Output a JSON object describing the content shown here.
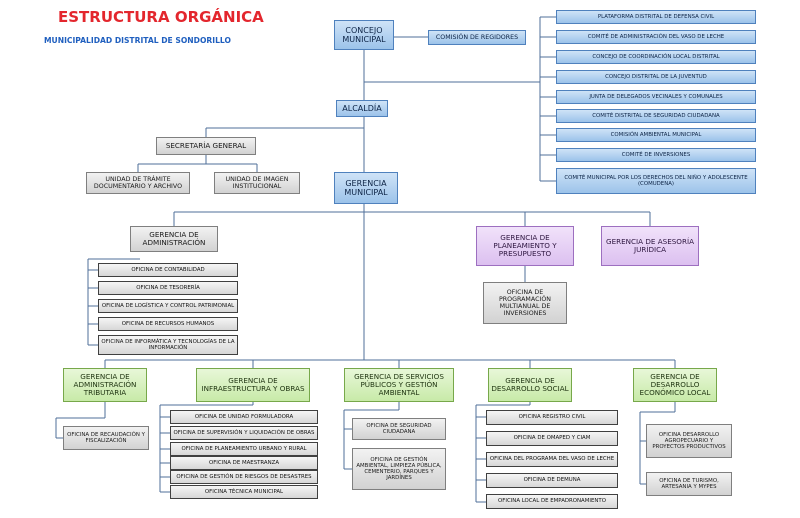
{
  "header": {
    "title": "ESTRUCTURA ORGÁNICA",
    "subtitle": "MUNICIPALIDAD DISTRITAL DE SONDORILLO"
  },
  "top": {
    "concejo": "CONCEJO MUNICIPAL",
    "comision_regidores": "COMISIÓN DE REGIDORES",
    "alcaldia": "ALCALDÍA",
    "gerencia_municipal": "GERENCIA MUNICIPAL"
  },
  "committees": [
    "PLATAFORMA DISTRITAL DE DEFENSA CIVIL",
    "COMITÉ DE ADMINISTRACIÓN DEL VASO DE LECHE",
    "CONCEJO DE COORDINACIÓN LOCAL DISTRITAL",
    "CONCEJO DISTRITAL DE LA JUVENTUD",
    "JUNTA DE DELEGADOS VECINALES Y COMUNALES",
    "COMITÉ DISTRITAL DE SEGURIDAD CIUDADANA",
    "COMISIÓN AMBIENTAL MUNICIPAL",
    "COMITÉ DE INVERSIONES",
    "COMITÉ MUNICIPAL POR LOS DERECHOS DEL NIÑO Y ADOLESCENTE (COMUDENA)"
  ],
  "secretaria": {
    "title": "SECRETARÍA GENERAL",
    "units": [
      "UNIDAD DE TRÁMITE DOCUMENTARIO Y ARCHIVO",
      "UNIDAD DE IMAGEN INSTITUCIONAL"
    ]
  },
  "administracion": {
    "title": "GERENCIA DE ADMINISTRACIÓN",
    "offices": [
      "OFICINA DE CONTABILIDAD",
      "OFICINA DE TESORERÍA",
      "OFICINA DE LOGÍSTICA Y CONTROL PATRIMONIAL",
      "OFICINA DE RECURSOS HUMANOS",
      "OFICINA DE INFORMÁTICA Y TECNOLOGÍAS DE LA INFORMACIÓN"
    ]
  },
  "planeamiento": {
    "title": "GERENCIA DE PLANEAMIENTO Y PRESUPUESTO",
    "office": "OFICINA DE PROGRAMACIÓN MULTIANUAL DE INVERSIONES"
  },
  "asesoria": {
    "title": "GERENCIA DE ASESORÍA JURÍDICA"
  },
  "lineas": [
    {
      "title": "GERENCIA DE ADMINISTRACIÓN TRIBUTARIA",
      "offices": [
        "OFICINA DE RECAUDACIÓN Y FISCALIZACIÓN"
      ]
    },
    {
      "title": "GERENCIA DE INFRAESTRUCTURA Y OBRAS",
      "offices": [
        "OFICINA DE UNIDAD FORMULADORA",
        "OFICINA DE SUPERVISIÓN Y LIQUIDACIÓN DE OBRAS",
        "OFICINA DE PLANEAMIENTO URBANO Y RURAL",
        "OFICINA DE MAESTRANZA",
        "OFICINA DE GESTIÓN DE RIESGOS DE DESASTRES",
        "OFICINA TÉCNICA MUNICIPAL"
      ]
    },
    {
      "title": "GERENCIA DE SERVICIOS PÚBLICOS Y GESTIÓN AMBIENTAL",
      "offices": [
        "OFICINA DE SEGURIDAD CIUDADANA",
        "OFICINA DE GESTIÓN AMBIENTAL, LIMPIEZA PÚBLICA, CEMENTERIO, PARQUES Y JARDÍNES"
      ]
    },
    {
      "title": "GERENCIA DE DESARROLLO SOCIAL",
      "offices": [
        "OFICINA REGISTRO CIVIL",
        "OFICINA DE OMAPED Y CIAM",
        "OFICINA DEL PROGRAMA DEL VASO DE LECHE",
        "OFICINA DE DEMUNA",
        "OFICINA LOCAL DE EMPADRONAMIENTO"
      ]
    },
    {
      "title": "GERENCIA DE DESARROLLO ECONÓMICO LOCAL",
      "offices": [
        "OFICINA DESARROLLO AGROPECUARIO Y PROYECTOS PRODUCTIVOS",
        "OFICINA DE TURISMO, ARTESANIA Y MYPES"
      ]
    }
  ],
  "colors": {
    "title": "#e3262d",
    "subtitle": "#1f5fbf",
    "line": "#4f6f9a",
    "blue_box": "#9cc3ea",
    "gray_box": "#d2d2d2",
    "green_box": "#c8eaa8",
    "purple_box": "#dcc0f0"
  }
}
